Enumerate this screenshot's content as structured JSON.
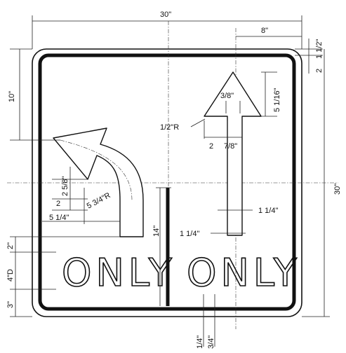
{
  "dimensions": {
    "overall_width": "30\"",
    "overall_height": "30\"",
    "arrow_offset": "8\"",
    "corner": "1 1/2\"",
    "border": "2",
    "arrowhead_height": "5 1/16\"",
    "left_top": "10\"",
    "arrow_tip": "3/8\"",
    "radius": "1/2\"R",
    "head_step": "2",
    "shaft_width": "7/8\"",
    "left_head": "2 5/8\"",
    "left_a": "2",
    "left_b": "5 3/4\"R",
    "left_c": "5 1/4\"",
    "right_shaft_r": "1 1/4\"",
    "right_shaft_l": "1 1/4\"",
    "divider": "14\"",
    "gap_top": "2\"",
    "letter_height": "4\"D",
    "gap_bottom": "3\"",
    "bottom_a": "1/4\"",
    "bottom_b": "3/4\""
  },
  "legend": {
    "left_word": "ONLY",
    "right_word": "ONLY"
  }
}
